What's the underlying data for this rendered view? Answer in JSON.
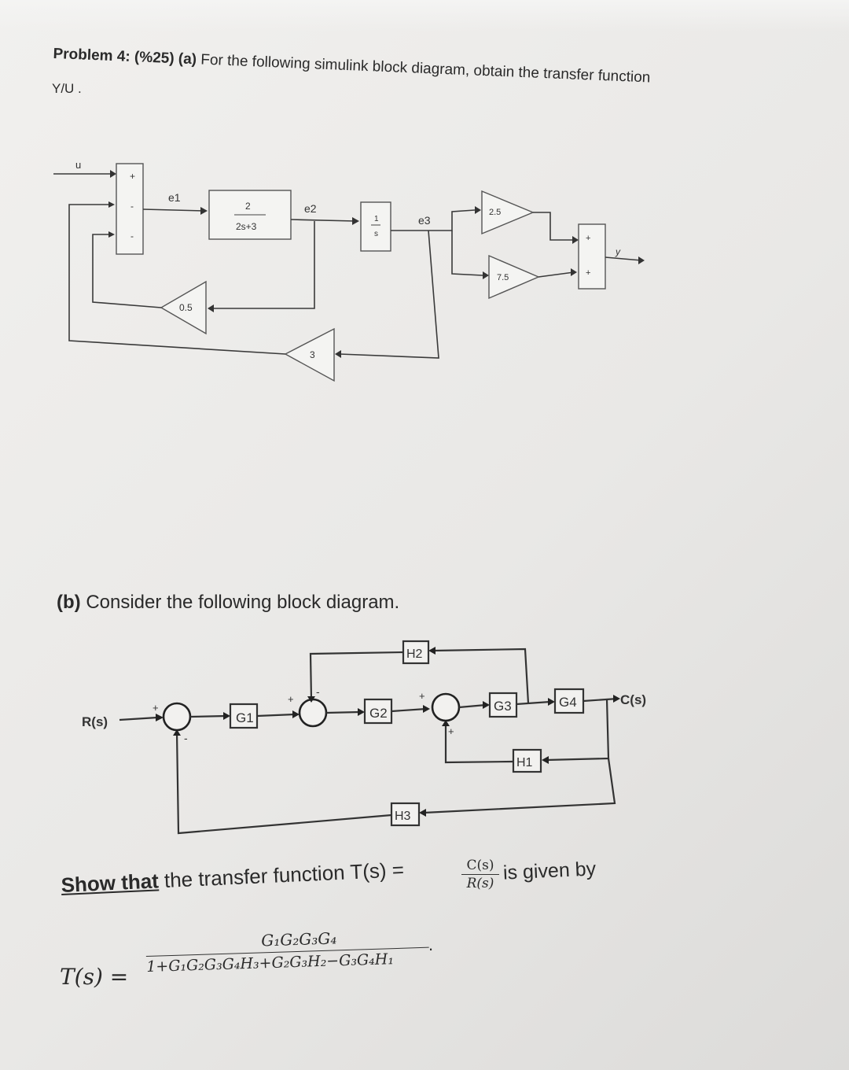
{
  "problem": {
    "title_bold": "Problem 4: (%25) (a)",
    "title_rest": " For the following simulink block diagram, obtain the transfer function",
    "yu": "Y/U ."
  },
  "simulink": {
    "input_label": "u",
    "output_label": "y",
    "sum_signs": [
      "+",
      "-",
      "-"
    ],
    "signal_labels": [
      "e1",
      "e2",
      "e3"
    ],
    "tf_num": "2",
    "tf_den": "2s+3",
    "integrator_num": "1",
    "integrator_den": "s",
    "gain_top": "2.5",
    "gain_bottom": "7.5",
    "gain_fb1": "0.5",
    "gain_fb2": "3",
    "sum2_signs": [
      "+",
      "+"
    ]
  },
  "part_b": {
    "bold": "(b)",
    "text": " Consider the following block diagram."
  },
  "block_diagram": {
    "input": "R(s)",
    "output": "C(s)",
    "blocks": [
      "G1",
      "G2",
      "G3",
      "G4",
      "H1",
      "H2",
      "H3"
    ],
    "signs": {
      "s1_top": "+",
      "s1_bottom": "-",
      "s2_left": "+",
      "s2_top": "-",
      "s3_left": "+",
      "s3_bottom": "+"
    }
  },
  "show": {
    "underlined": "Show that",
    "text": " the transfer function T(s) = ",
    "frac_num": "C(s)",
    "frac_den": "R(s)",
    "tail": " is given by"
  },
  "formula": {
    "lhs": "T(s) =",
    "numerator": "G₁G₂G₃G₄",
    "denominator": "1+G₁G₂G₃G₄H₃+G₂G₃H₂−G₃G₄H₁",
    "period": "."
  }
}
